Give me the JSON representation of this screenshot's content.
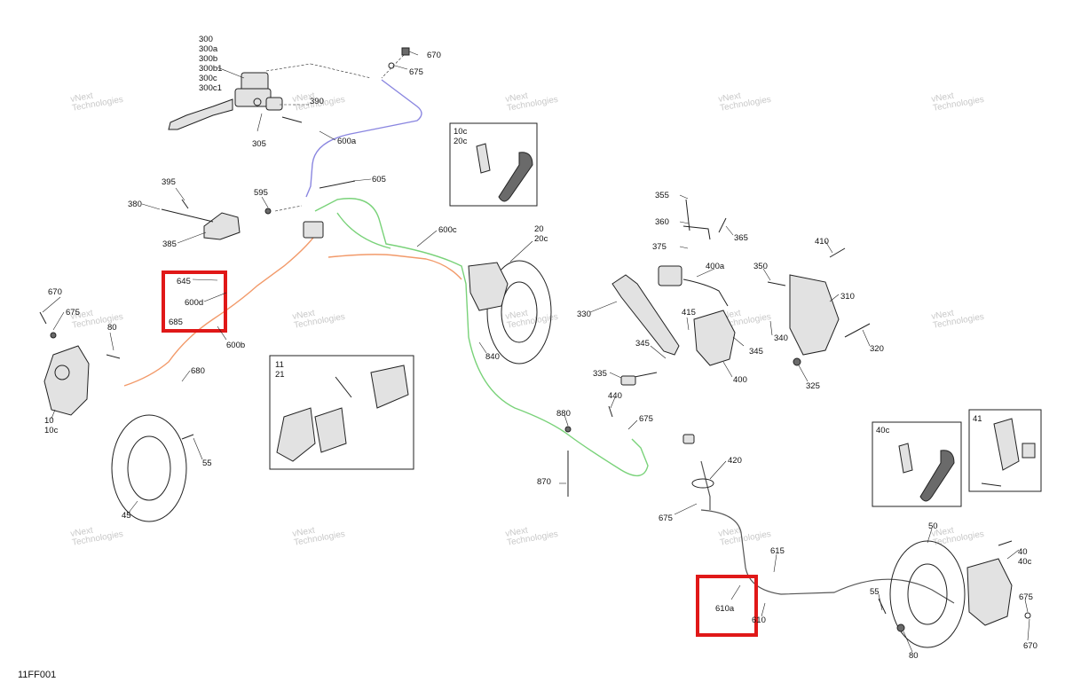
{
  "figure_code": "11FF001",
  "watermark_line1": "vNext",
  "watermark_line2": "Technologies",
  "callouts": [
    {
      "id": "c300",
      "text": "300"
    },
    {
      "id": "c300a",
      "text": "300a"
    },
    {
      "id": "c300b",
      "text": "300b"
    },
    {
      "id": "c300b1",
      "text": "300b1"
    },
    {
      "id": "c300c",
      "text": "300c"
    },
    {
      "id": "c300c1",
      "text": "300c1"
    },
    {
      "id": "c305",
      "text": "305"
    },
    {
      "id": "c390",
      "text": "390"
    },
    {
      "id": "c670a",
      "text": "670"
    },
    {
      "id": "c675a",
      "text": "675"
    },
    {
      "id": "c600a",
      "text": "600a"
    },
    {
      "id": "c605",
      "text": "605"
    },
    {
      "id": "c595",
      "text": "595"
    },
    {
      "id": "c395",
      "text": "395"
    },
    {
      "id": "c380",
      "text": "380"
    },
    {
      "id": "c385",
      "text": "385"
    },
    {
      "id": "c600c",
      "text": "600c"
    },
    {
      "id": "c20",
      "text": "20"
    },
    {
      "id": "c20c",
      "text": "20c"
    },
    {
      "id": "c645",
      "text": "645"
    },
    {
      "id": "c600d",
      "text": "600d"
    },
    {
      "id": "c685",
      "text": "685"
    },
    {
      "id": "c600b",
      "text": "600b"
    },
    {
      "id": "c670b",
      "text": "670"
    },
    {
      "id": "c675b",
      "text": "675"
    },
    {
      "id": "c80a",
      "text": "80"
    },
    {
      "id": "c680",
      "text": "680"
    },
    {
      "id": "c10",
      "text": "10"
    },
    {
      "id": "c10c",
      "text": "10c"
    },
    {
      "id": "c55a",
      "text": "55"
    },
    {
      "id": "c45",
      "text": "45"
    },
    {
      "id": "c840",
      "text": "840"
    },
    {
      "id": "c355",
      "text": "355"
    },
    {
      "id": "c360",
      "text": "360"
    },
    {
      "id": "c365",
      "text": "365"
    },
    {
      "id": "c375",
      "text": "375"
    },
    {
      "id": "c400a",
      "text": "400a"
    },
    {
      "id": "c350",
      "text": "350"
    },
    {
      "id": "c410",
      "text": "410"
    },
    {
      "id": "c310",
      "text": "310"
    },
    {
      "id": "c330",
      "text": "330"
    },
    {
      "id": "c415",
      "text": "415"
    },
    {
      "id": "c340",
      "text": "340"
    },
    {
      "id": "c345a",
      "text": "345"
    },
    {
      "id": "c345b",
      "text": "345"
    },
    {
      "id": "c320",
      "text": "320"
    },
    {
      "id": "c325",
      "text": "325"
    },
    {
      "id": "c335",
      "text": "335"
    },
    {
      "id": "c400",
      "text": "400"
    },
    {
      "id": "c440",
      "text": "440"
    },
    {
      "id": "c880",
      "text": "880"
    },
    {
      "id": "c675c",
      "text": "675"
    },
    {
      "id": "c870",
      "text": "870"
    },
    {
      "id": "c420",
      "text": "420"
    },
    {
      "id": "c675d",
      "text": "675"
    },
    {
      "id": "c615",
      "text": "615"
    },
    {
      "id": "c610a",
      "text": "610a"
    },
    {
      "id": "c610",
      "text": "610"
    },
    {
      "id": "c55b",
      "text": "55"
    },
    {
      "id": "c50",
      "text": "50"
    },
    {
      "id": "c40",
      "text": "40"
    },
    {
      "id": "c40c",
      "text": "40c"
    },
    {
      "id": "c675e",
      "text": "675"
    },
    {
      "id": "c80b",
      "text": "80"
    },
    {
      "id": "c670c",
      "text": "670"
    }
  ],
  "insets": [
    {
      "name": "inset-bleeder-front",
      "labels": [
        "10c",
        "20c"
      ]
    },
    {
      "name": "inset-pads-front",
      "labels": [
        "11",
        "21"
      ]
    },
    {
      "name": "inset-bleeder-rear",
      "labels": [
        "40c"
      ]
    },
    {
      "name": "inset-pads-rear",
      "labels": [
        "41"
      ]
    }
  ],
  "colors": {
    "highlight": "#e01818",
    "line_purple": "#8a86e0",
    "line_green": "#79d279",
    "line_orange": "#f29a6a"
  }
}
